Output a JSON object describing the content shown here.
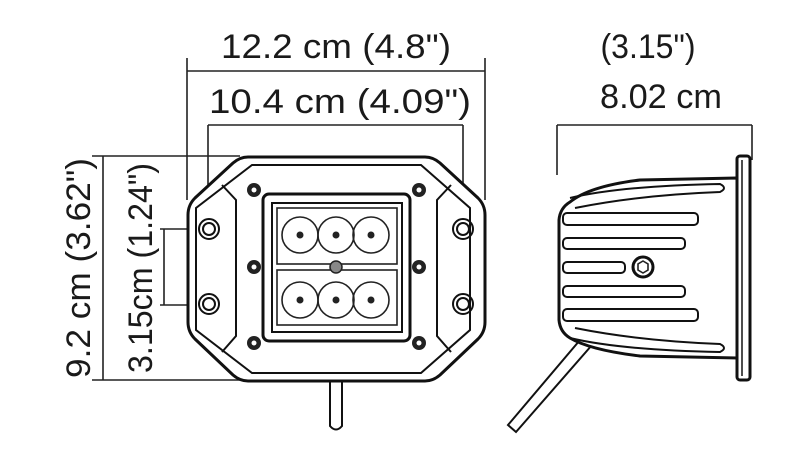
{
  "dimensions": {
    "overall_width": "12.2 cm (4.8\")",
    "mount_width": "10.4 cm (4.09\")",
    "depth_in": "(3.15\")",
    "depth_cm": "8.02 cm",
    "overall_height": "9.2 cm (3.62\")",
    "mount_height": "3.15cm (1.24\")"
  },
  "views": [
    "front-view",
    "side-view"
  ],
  "colors": {
    "line": "#111111",
    "background": "#ffffff"
  }
}
